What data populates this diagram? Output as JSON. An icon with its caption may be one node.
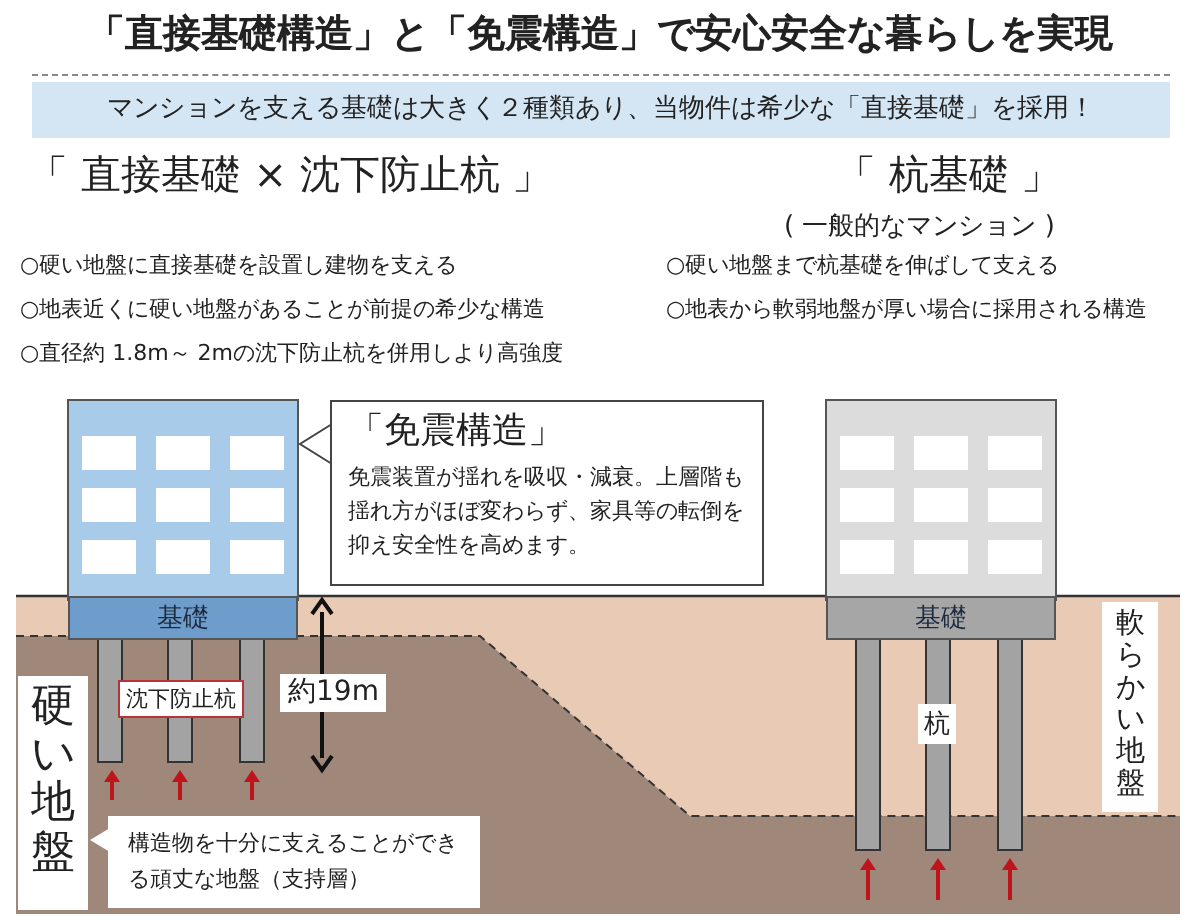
{
  "diagram": {
    "title": "「直接基礎構造」と「免震構造」で安心安全な暮らしを実現",
    "nodes": [
      {
        "text": [
          "「免震構造」",
          "免震装置が揺れを吸収・減衰。上層階も揺れ方がほぼ変わらず、家具等の転倒を抑え安全性を高めます。"
        ]
      },
      {
        "text": [
          "基礎"
        ]
      },
      {
        "text": [
          "基礎"
        ]
      },
      {
        "text": [
          "沈下防止杭"
        ]
      },
      {
        "text": [
          "杭"
        ]
      },
      {
        "text": [
          "硬い地盤"
        ]
      },
      {
        "text": [
          "構造物を十分に支えることができる頑丈な地盤（支持層）"
        ]
      },
      {
        "text": [
          "軟らかい地盤"
        ]
      }
    ],
    "labels": [
      "マンションを支える基礎は大きく２種類あり、当物件は希少な「直接基礎」を採用！",
      "「 直接基礎 × 沈下防止杭 」",
      "「 杭基礎 」",
      "( 一般的なマンション )",
      "○硬い地盤に直接基礎を設置し建物を支える",
      "○地表近くに硬い地盤があることが前提の希少な構造",
      "○直径約 1.8m～ 2mの沈下防止杭を併用しより高強度",
      "○硬い地盤まで杭基礎を伸ばして支える",
      "○地表から軟弱地盤が厚い場合に採用される構造",
      "約19m"
    ]
  }
}
